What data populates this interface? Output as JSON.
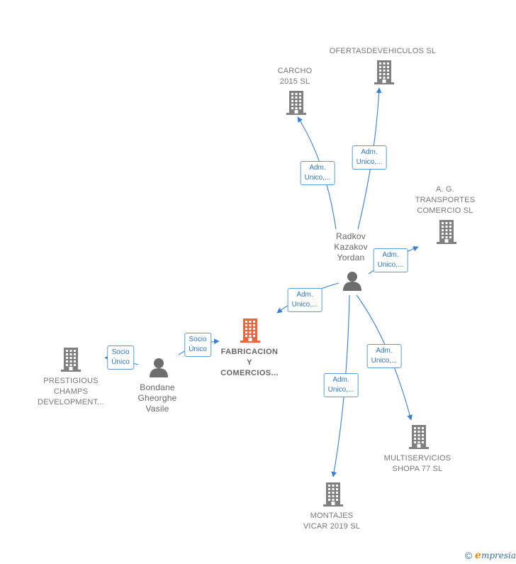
{
  "colors": {
    "edge": "#3a7fd0",
    "company_icon": "#808080",
    "main_company_icon": "#f0653a",
    "person_icon": "#6d6d6d"
  },
  "nodes": [
    {
      "id": "fabricacion",
      "kind": "company",
      "main": true,
      "lines": [
        "FABRICACION",
        "Y",
        "COMERCIOS..."
      ]
    },
    {
      "id": "radkov",
      "kind": "person",
      "lines": [
        "Radkov",
        "Kazakov",
        "Yordan"
      ]
    },
    {
      "id": "bondane",
      "kind": "person",
      "lines": [
        "Bondane",
        "Gheorghe",
        "Vasile"
      ]
    },
    {
      "id": "prestigious",
      "kind": "company",
      "lines": [
        "PRESTIGIOUS",
        "CHAMPS",
        "DEVELOPMENT..."
      ]
    },
    {
      "id": "carcho",
      "kind": "company",
      "lines": [
        "CARCHO",
        "2015  SL"
      ]
    },
    {
      "id": "ofertas",
      "kind": "company",
      "lines": [
        "OFERTASDEVEHICULOS SL"
      ]
    },
    {
      "id": "agtransportes",
      "kind": "company",
      "lines": [
        "A. G.",
        "TRANSPORTES",
        "COMERCIO SL"
      ]
    },
    {
      "id": "multiservicios",
      "kind": "company",
      "lines": [
        "MULTISERVICIOS",
        "SHOPA 77  SL"
      ]
    },
    {
      "id": "montajes",
      "kind": "company",
      "lines": [
        "MONTAJES",
        "VICAR 2019  SL"
      ]
    }
  ],
  "edges": [
    {
      "id": "e-radkov-fabricacion",
      "from": "radkov",
      "to": "fabricacion",
      "lines": [
        "Adm.",
        "Unico,..."
      ]
    },
    {
      "id": "e-radkov-carcho",
      "from": "radkov",
      "to": "carcho",
      "lines": [
        "Adm.",
        "Unico,..."
      ]
    },
    {
      "id": "e-radkov-ofertas",
      "from": "radkov",
      "to": "ofertas",
      "lines": [
        "Adm.",
        "Unico,..."
      ]
    },
    {
      "id": "e-radkov-agtransportes",
      "from": "radkov",
      "to": "agtransportes",
      "lines": [
        "Adm.",
        "Unico,..."
      ]
    },
    {
      "id": "e-radkov-multiservicios",
      "from": "radkov",
      "to": "multiservicios",
      "lines": [
        "Adm.",
        "Unico,..."
      ]
    },
    {
      "id": "e-radkov-montajes",
      "from": "radkov",
      "to": "montajes",
      "lines": [
        "Adm.",
        "Unico,..."
      ]
    },
    {
      "id": "e-bondane-fabricacion",
      "from": "bondane",
      "to": "fabricacion",
      "lines": [
        "Socio",
        "Único"
      ]
    },
    {
      "id": "e-bondane-prestigious",
      "from": "bondane",
      "to": "prestigious",
      "lines": [
        "Socio",
        "Único"
      ]
    }
  ],
  "footer": {
    "copyright": "©",
    "brand_initial": "e",
    "brand_rest": "mpresia"
  }
}
